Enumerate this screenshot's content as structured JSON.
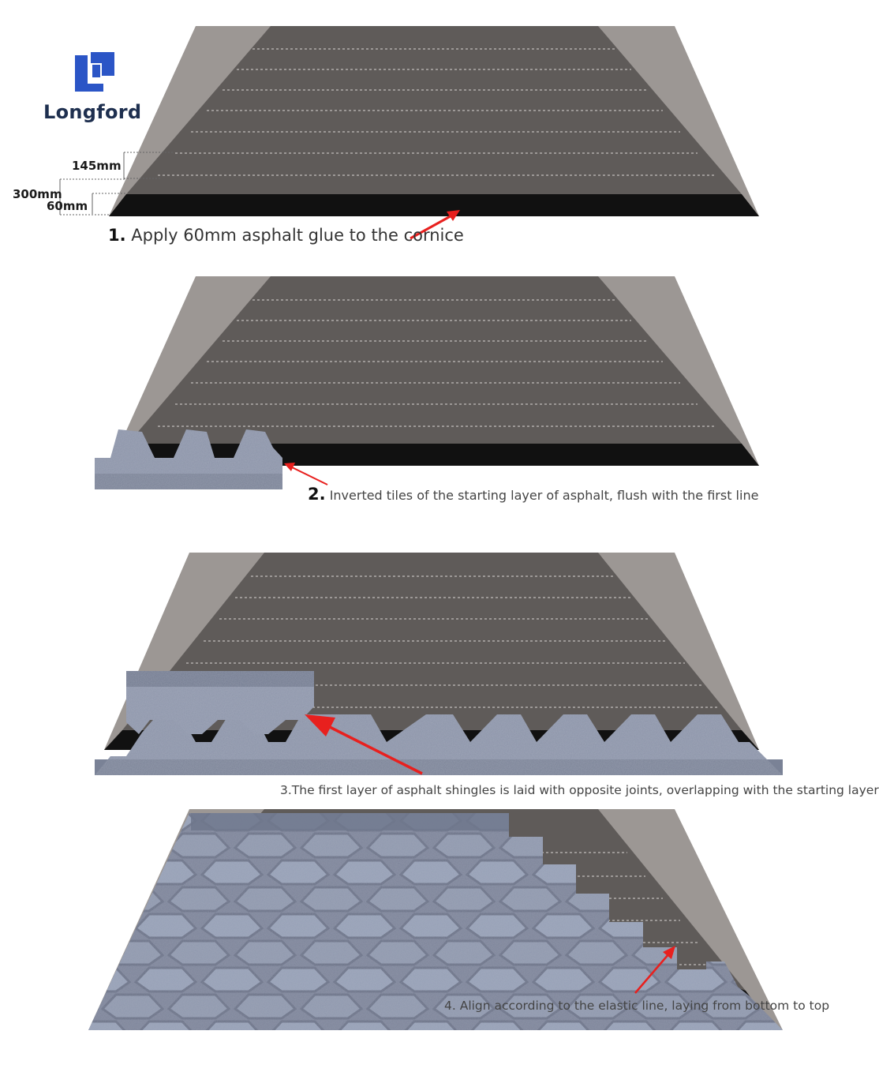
{
  "brand": {
    "name": "Longford",
    "primary_color": "#2b55c6",
    "text_color": "#1e2f4f"
  },
  "dimensions": {
    "d1": "145mm",
    "d2": "300mm",
    "d3": "60mm"
  },
  "steps": [
    {
      "num": "1.",
      "text": "Apply 60mm asphalt glue to the cornice"
    },
    {
      "num": "2.",
      "text": "Inverted tiles of the starting layer of asphalt, flush with the first line"
    },
    {
      "num": "",
      "text": "3.The first layer of asphalt shingles is laid with opposite joints, overlapping with the starting layer"
    },
    {
      "num": "",
      "text": "4. Align according to the elastic line, laying from bottom to top"
    }
  ],
  "colors": {
    "roof_side": "#9c9794",
    "roof_top": "#5f5b59",
    "glue": "#111111",
    "shingle": "#8b93a8",
    "shingle_dark": "#6c7488",
    "arrow": "#e8201e"
  }
}
